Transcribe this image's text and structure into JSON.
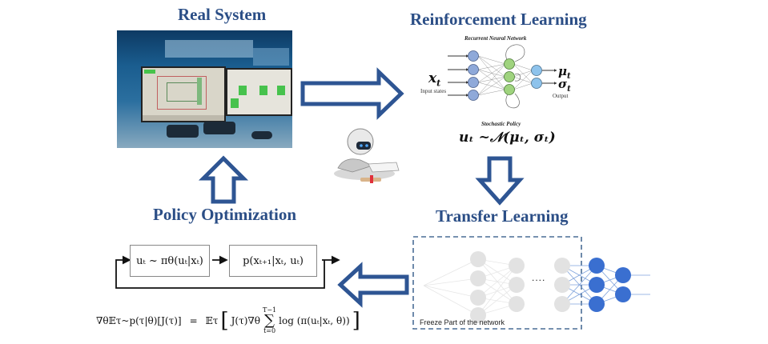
{
  "titles": {
    "real_system": "Real System",
    "reinforcement_learning": "Reinforcement Learning",
    "policy_optimization": "Policy Optimization",
    "transfer_learning": "Transfer Learning"
  },
  "rnn": {
    "caption": "Recurrent Neural Network",
    "input_symbol": "x",
    "input_sub": "t",
    "input_label": "Input states",
    "output_mu": "μ",
    "output_sigma": "σ",
    "output_sub": "t",
    "output_label": "Output",
    "policy_caption": "Stochastic Policy",
    "policy_formula": "uₜ ~𝒩(μₜ, σₜ)"
  },
  "control_loop": {
    "policy_box": "uₜ ~ πθ(uₜ|xₜ)",
    "dynamics_box": "p(xₜ₊₁|xₜ, uₜ)"
  },
  "gradient_formula": {
    "lhs": "∇θ𝔼τ~p(τ|θ)[J(τ)]",
    "eq": "=",
    "rhs_prefix": "𝔼τ",
    "rhs_body": "J(τ)∇θ",
    "sum_upper": "T−1",
    "sum_lower": "t=0",
    "rhs_log": "log (π(uₜ|xₜ, θ))"
  },
  "transfer": {
    "freeze_label": "Freeze Part of the network",
    "ellipsis": "...."
  },
  "colors": {
    "title_blue": "#2b4e86",
    "arrow_blue": "#2e5593",
    "node_blue": "#8fa9d9",
    "node_green": "#9fd37e",
    "node_light_blue": "#8ec3ec",
    "frozen_gray": "#e0e0e0",
    "active_blue": "#3a6fd0"
  }
}
